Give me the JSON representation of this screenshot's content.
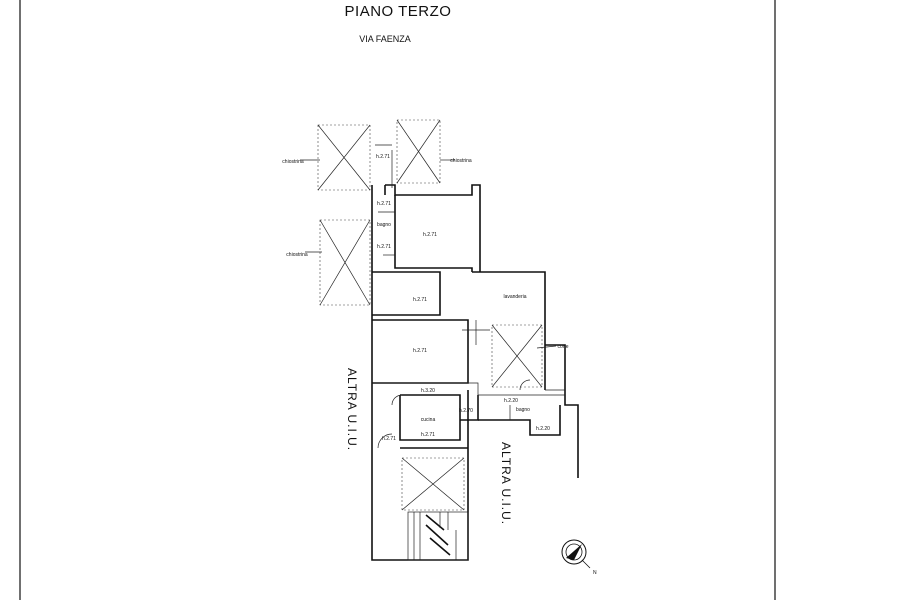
{
  "header": {
    "title": "PIANO TERZO",
    "street": "VIA FAENZA"
  },
  "labels": {
    "chiostrina": "chiostrina",
    "bagno": "bagno",
    "lavanderia": "lavanderia",
    "corte": "corte",
    "cucina": "cucina",
    "altra_ui": "ALTRA U.I.U.",
    "north": "N"
  },
  "heights": {
    "h271": "h.2.71",
    "h320": "h.3.20",
    "h270": "h.2.70",
    "h220": "h.2.20"
  }
}
